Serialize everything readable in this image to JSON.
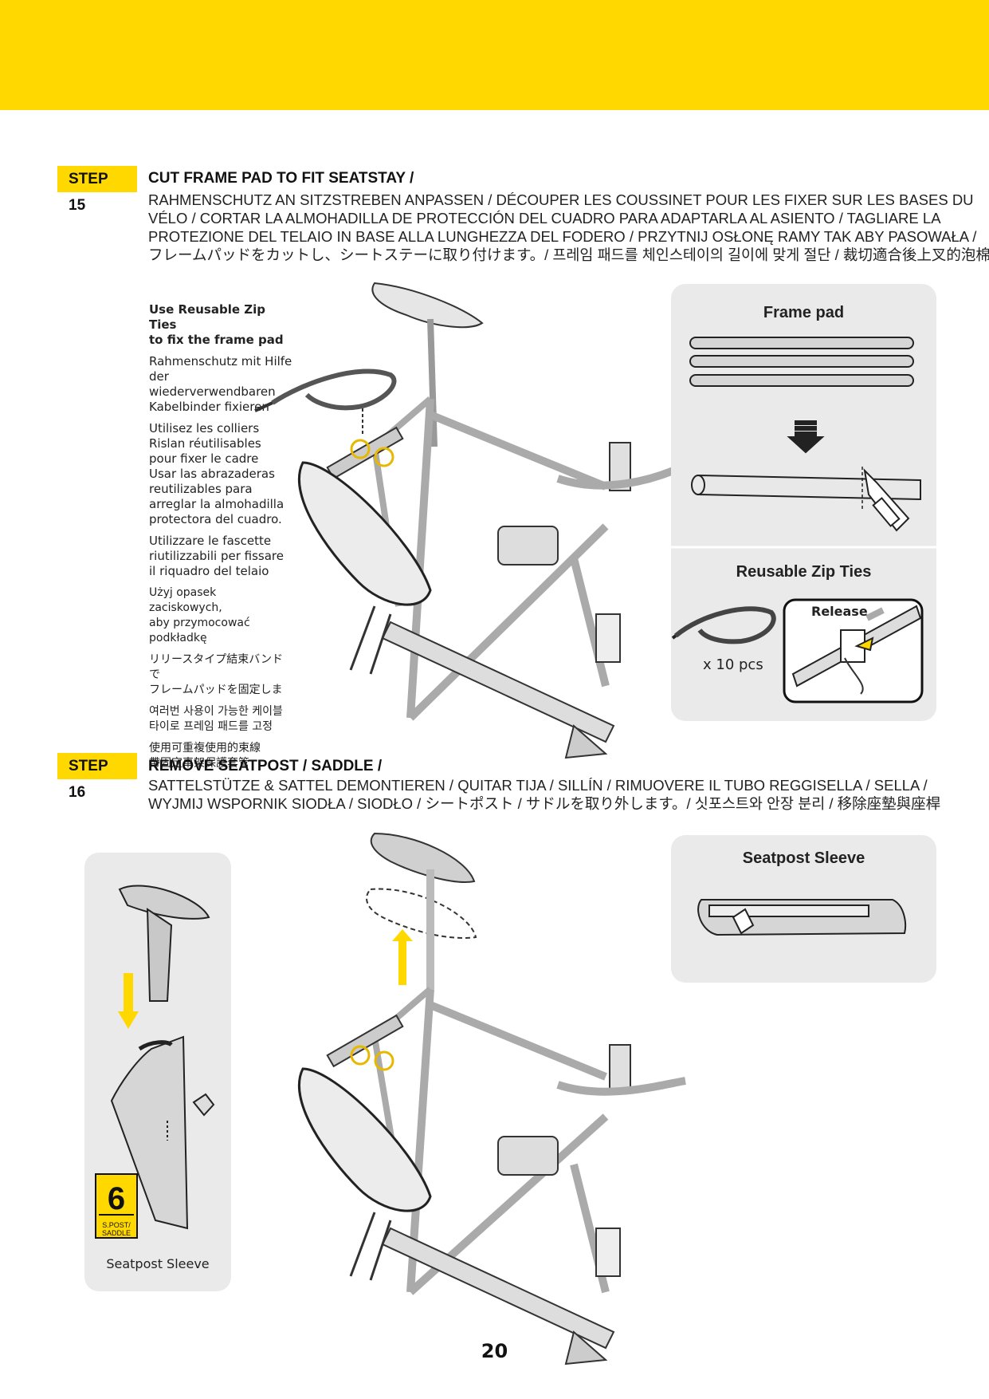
{
  "header": {
    "color": "#ffd800"
  },
  "step15": {
    "badge": "STEP 15",
    "title": "CUT FRAME PAD TO FIT SEATSTAY /",
    "lines": [
      "RAHMENSCHUTZ AN SITZSTREBEN ANPASSEN / DÉCOUPER LES COUSSINET POUR LES FIXER SUR LES BASES DU",
      "VÉLO / CORTAR LA ALMOHADILLA DE PROTECCIÓN DEL CUADRO PARA ADAPTARLA AL ASIENTO / TAGLIARE LA",
      "PROTEZIONE DEL TELAIO IN BASE ALLA LUNGHEZZA DEL FODERO / PRZYTNIJ OSŁONĘ RAMY TAK ABY PASOWAŁA /",
      "フレームパッドをカットし、シートステーに取り付けます。/ 프레임 패드를 체인스테이의 길이에 맞게 절단 / 裁切適合後上叉的泡棉管"
    ],
    "notes": {
      "en": "Use Reusable Zip Ties\nto fix the frame pad",
      "de": "Rahmenschutz mit Hilfe\nder wiederverwendbaren\nKabelbinder fixieren",
      "fr_es": "Utilisez les colliers\nRislan réutilisables\npour fixer le cadre\nUsar las abrazaderas\nreutilizables para\narreglar la almohadilla\nprotectora del cuadro.",
      "it": "Utilizzare le fascette\nriutilizzabili per fissare\nil riquadro del telaio",
      "pl": "Użyj opasek zaciskowych,\naby przymocować\npodkładkę",
      "ja": "リリースタイプ結束バンドで\nフレームパッドを固定しま",
      "ko": "여러번 사용이 가능한 케이블\n타이로 프레임 패드를 고정",
      "zh": "使用可重複使用的束線\n帶固定車架保護套管"
    },
    "frame_pad_label": "Frame pad",
    "zip_ties_label": "Reusable Zip Ties",
    "quantity": "x 10 pcs",
    "release_label": "Release"
  },
  "step16": {
    "badge": "STEP 16",
    "title": "REMOVE SEATPOST / SADDLE /",
    "lines": [
      "SATTELSTÜTZE & SATTEL DEMONTIEREN / QUITAR TIJA / SILLÍN / RIMUOVERE IL TUBO REGGISELLA / SELLA /",
      "WYJMIJ WSPORNIK SIODŁA / SIODŁO / シートポスト / サドルを取り外します。/ 싯포스트와 안장 분리 / 移除座墊與座桿"
    ],
    "sleeve_panel_label": "Seatpost Sleeve",
    "left_panel_label": "Seatpost Sleeve",
    "bag_number": "6",
    "bag_text": "S.POST/\nSADDLE"
  },
  "page_number": "20"
}
